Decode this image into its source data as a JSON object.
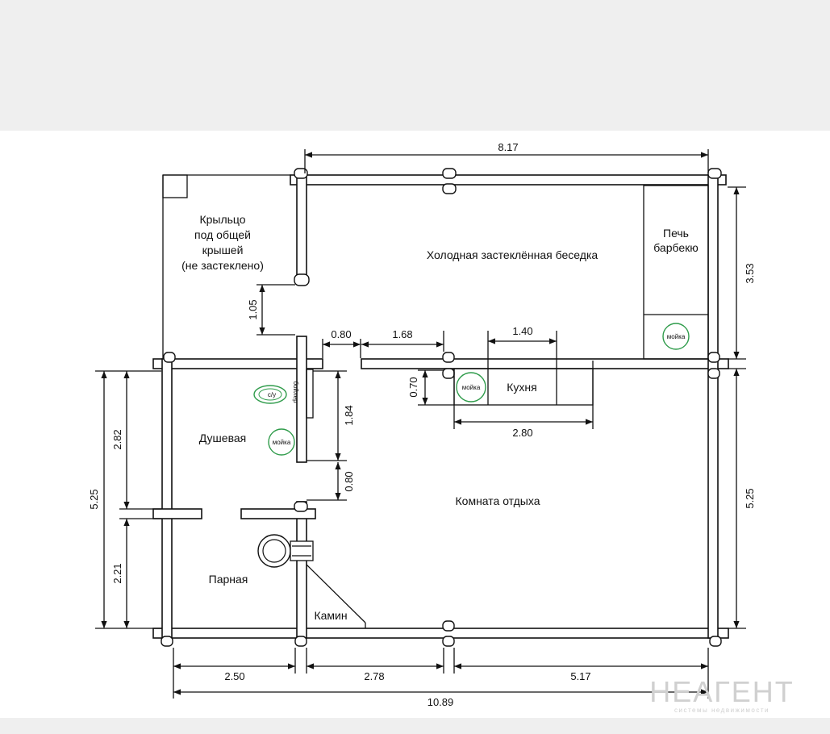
{
  "rooms": {
    "porch": [
      "Крыльцо",
      "под общей",
      "крышей",
      "(не застеклено)"
    ],
    "gazebo": "Холодная застеклённая беседка",
    "bbq": [
      "Печь",
      "барбекю"
    ],
    "shower": "Душевая",
    "kitchen": "Кухня",
    "lounge": "Комната отдыха",
    "sauna": "Парная",
    "fireplace": "Камин"
  },
  "fixtures": {
    "sink": "мойка",
    "wc": "с/у",
    "boiler": "бойлер"
  },
  "dimensions": {
    "top_total": "8.17",
    "right_upper": "3.53",
    "right_lower": "5.25",
    "left_total": "5.25",
    "shower_h": "2.82",
    "sauna_h": "2.21",
    "porch_opening": "1.05",
    "door_width": "0.80",
    "partition": "1.68",
    "kitchen_top": "1.40",
    "kitchen_depth": "0.70",
    "kitchen_width": "2.80",
    "shower_partition": "1.84",
    "shower_door": "0.80",
    "bottom_left": "2.50",
    "bottom_mid": "2.78",
    "bottom_right": "5.17",
    "bottom_total": "10.89"
  },
  "watermark": {
    "brand": "НЕАГЕНТ",
    "tagline": "системы недвижимости"
  }
}
